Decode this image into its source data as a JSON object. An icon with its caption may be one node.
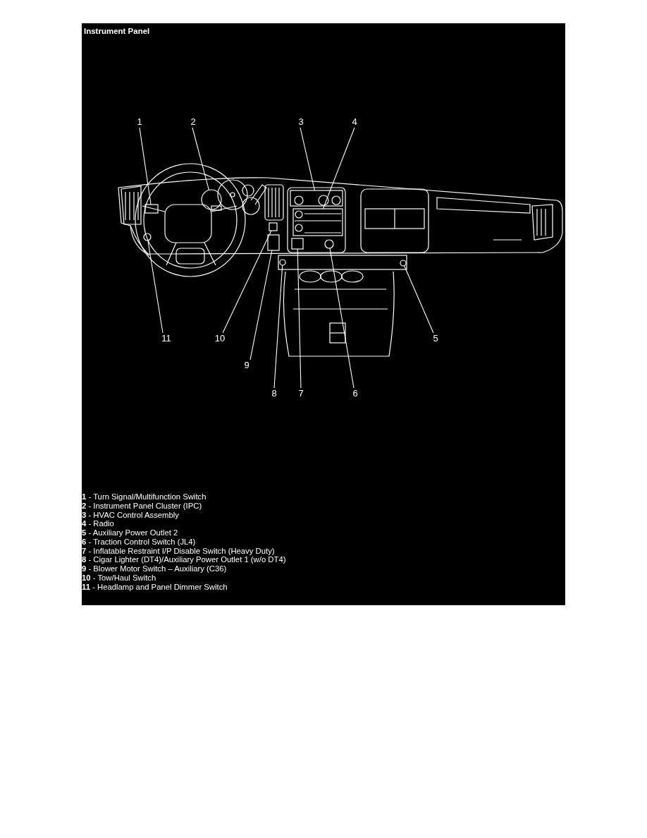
{
  "diagram": {
    "title": "Instrument Panel",
    "nodes": [
      {
        "text": [
          "1"
        ]
      },
      {
        "text": [
          "2"
        ]
      },
      {
        "text": [
          "3"
        ]
      },
      {
        "text": [
          "4"
        ]
      },
      {
        "text": [
          "5"
        ]
      },
      {
        "text": [
          "6"
        ]
      },
      {
        "text": [
          "7"
        ]
      },
      {
        "text": [
          "8"
        ]
      },
      {
        "text": [
          "9"
        ]
      },
      {
        "text": [
          "10"
        ]
      },
      {
        "text": [
          "11"
        ]
      },
      {
        "text": [],
        "shape": "box"
      },
      {
        "text": [],
        "shape": "circle"
      },
      {
        "text": [],
        "shape": "box"
      },
      {
        "text": [],
        "shape": "box"
      },
      {
        "text": [],
        "shape": "circle"
      },
      {
        "text": [],
        "shape": "circle"
      },
      {
        "text": [],
        "shape": "box"
      },
      {
        "text": [],
        "shape": "circle"
      },
      {
        "text": [],
        "shape": "box"
      },
      {
        "text": [],
        "shape": "box"
      },
      {
        "text": [],
        "shape": "circle"
      }
    ],
    "edges": [
      {
        "from": 0,
        "to": 11,
        "arrow": "none"
      },
      {
        "from": 1,
        "to": 12,
        "arrow": "none"
      },
      {
        "from": 2,
        "to": 13,
        "arrow": "none"
      },
      {
        "from": 3,
        "to": 14,
        "arrow": "none"
      },
      {
        "from": 4,
        "to": 15,
        "arrow": "none"
      },
      {
        "from": 5,
        "to": 16,
        "arrow": "none"
      },
      {
        "from": 6,
        "to": 17,
        "arrow": "none"
      },
      {
        "from": 7,
        "to": 18,
        "arrow": "none"
      },
      {
        "from": 8,
        "to": 19,
        "arrow": "none"
      },
      {
        "from": 9,
        "to": 20,
        "arrow": "none"
      },
      {
        "from": 10,
        "to": 21,
        "arrow": "none"
      }
    ],
    "labels": [
      "**1** - Turn Signal/Multifunction Switch",
      "**2** - Instrument Panel Cluster (IPC)",
      "**3** - HVAC Control Assembly",
      "**4** - Radio",
      "**5** - Auxiliary Power Outlet 2",
      "**6** - Traction Control Switch (JL4)",
      "**7** - Inflatable Restraint I/P Disable Switch (Heavy Duty)",
      "**8** - Cigar Lighter (DT4)/Auxiliary Power Outlet 1 (w/o DT4)",
      "**9** - Blower Motor Switch – Auxiliary (C36)",
      "**10** - Tow/Haul Switch",
      "**11** - Headlamp and Panel Dimmer Switch"
    ]
  }
}
